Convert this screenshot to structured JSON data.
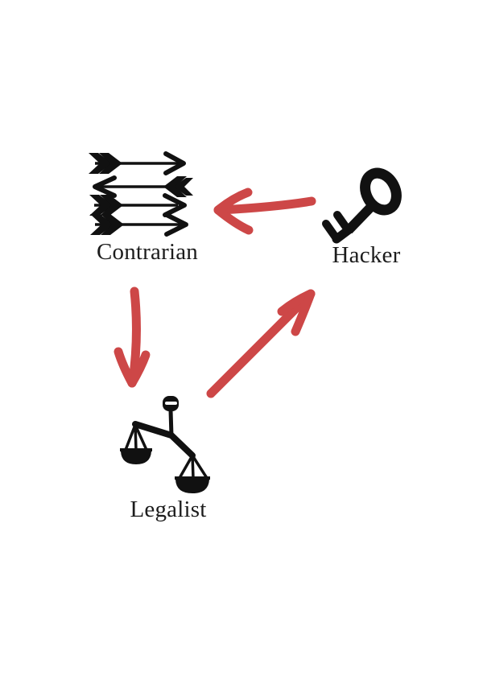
{
  "diagram": {
    "background_color": "#ffffff",
    "nodes": [
      {
        "id": "contrarian",
        "label": "Contrarian",
        "icon": "crossed-arrows-icon"
      },
      {
        "id": "hacker",
        "label": "Hacker",
        "icon": "key-icon"
      },
      {
        "id": "legalist",
        "label": "Legalist",
        "icon": "scales-icon"
      }
    ],
    "edges": [
      {
        "from": "hacker",
        "to": "contrarian"
      },
      {
        "from": "contrarian",
        "to": "legalist"
      },
      {
        "from": "legalist",
        "to": "hacker"
      }
    ],
    "colors": {
      "edge_arrow_red": "#cd4747",
      "icon_ink_black": "#111111",
      "label_text": "#1c1c1c"
    }
  }
}
